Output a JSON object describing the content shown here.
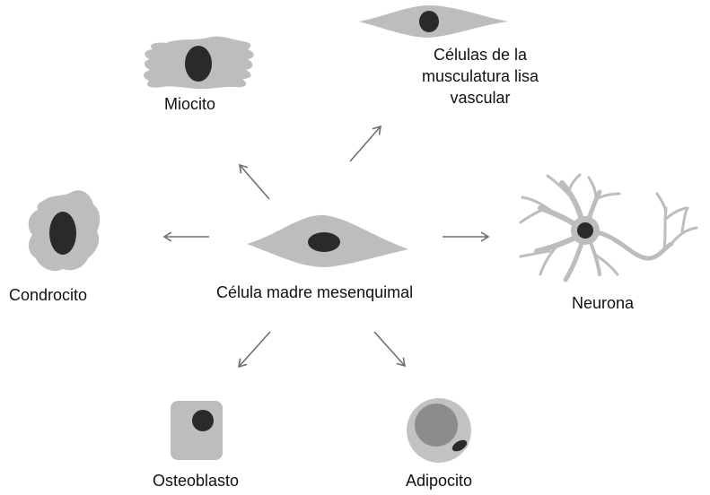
{
  "colors": {
    "cell_fill": "#bdbdbd",
    "nucleus": "#2a2a2a",
    "arrow": "#6e6e6e",
    "adipocyte_outer": "#c2c2c2",
    "adipocyte_lipid": "#8c8c8c",
    "text": "#111111"
  },
  "center": {
    "label": "Célula madre mesenquimal",
    "icon": "spindle-cell-icon"
  },
  "cells": {
    "miocito": {
      "label": "Miocito",
      "icon": "myocyte-icon"
    },
    "smooth_muscle": {
      "lines": [
        "Células de la",
        "musculatura lisa",
        "vascular"
      ],
      "icon": "smooth-muscle-cell-icon"
    },
    "condrocito": {
      "label": "Condrocito",
      "icon": "chondrocyte-icon"
    },
    "neurona": {
      "label": "Neurona",
      "icon": "neuron-icon"
    },
    "osteoblasto": {
      "label": "Osteoblasto",
      "icon": "osteoblast-icon"
    },
    "adipocito": {
      "label": "Adipocito",
      "icon": "adipocyte-icon"
    }
  }
}
